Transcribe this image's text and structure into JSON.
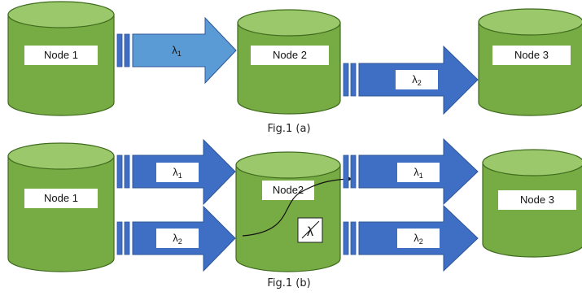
{
  "fig_a": {
    "caption": "Fig.1 (a)",
    "nodes": [
      "Node 1",
      "Node 2",
      "Node 3"
    ],
    "arrows": [
      {
        "base": "λ",
        "sub": "1"
      },
      {
        "base": "λ",
        "sub": "2"
      }
    ]
  },
  "fig_b": {
    "caption": "Fig.1 (b)",
    "nodes": [
      "Node 1",
      "Node2",
      "Node 3"
    ],
    "arrows_in": [
      {
        "base": "λ",
        "sub": "1"
      },
      {
        "base": "λ",
        "sub": "2"
      }
    ],
    "arrows_out": [
      {
        "base": "λ",
        "sub": "1"
      },
      {
        "base": "λ",
        "sub": "2"
      }
    ],
    "converter_symbol": "λ"
  },
  "colors": {
    "cylinder_body": "#77ab43",
    "cylinder_top": "#9bc86a",
    "cylinder_edge": "#3f6b1f",
    "arrow_light": "#5b9bd5",
    "arrow_dark": "#3f6fc4",
    "arrow_edge": "#2e5596"
  }
}
